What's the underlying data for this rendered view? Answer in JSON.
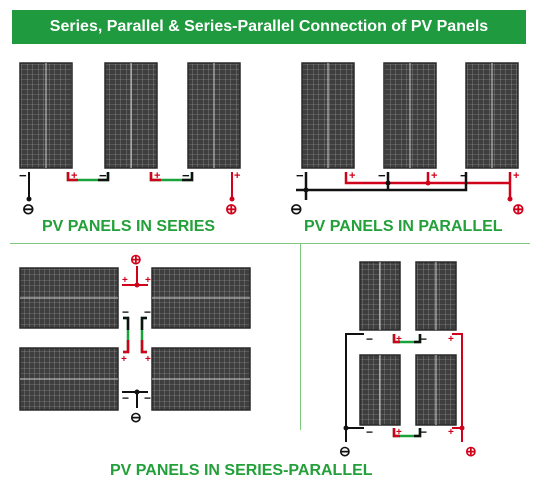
{
  "header": {
    "title": "Series, Parallel & Series-Parallel Connection of PV Panels"
  },
  "sections": {
    "series": {
      "label": "PV PANELS IN SERIES"
    },
    "parallel": {
      "label": "PV PANELS IN PARALLEL"
    },
    "series_parallel": {
      "label": "PV PANELS IN SERIES-PARALLEL"
    }
  },
  "terminals": {
    "plus": "+",
    "minus": "−",
    "pos": "⊕",
    "neg": "⊖"
  },
  "colors": {
    "header_bg": "#1f9a3f",
    "label_green": "#23a03a",
    "panel_dark": "#3e3e3e",
    "panel_grid": "#9a9a9a",
    "wire_red": "#d0021b",
    "wire_green": "#1aa33a",
    "wire_black": "#111111"
  }
}
